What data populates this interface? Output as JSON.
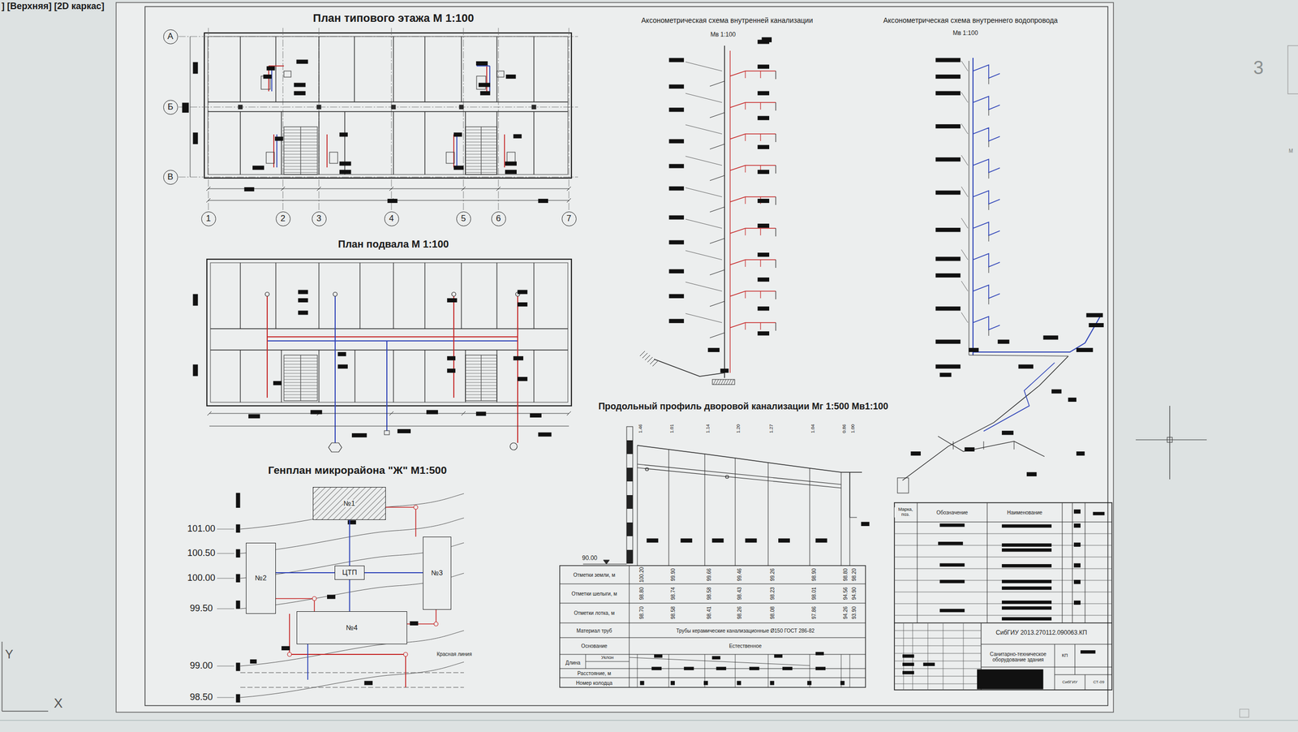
{
  "diagram": {
    "nodes": [
      {
        "text": [
          "А"
        ]
      },
      {
        "text": [
          "Б"
        ]
      },
      {
        "text": [
          "В"
        ]
      },
      {
        "text": [
          "1"
        ]
      },
      {
        "text": [
          "2"
        ]
      },
      {
        "text": [
          "3"
        ]
      },
      {
        "text": [
          "4"
        ]
      },
      {
        "text": [
          "5"
        ]
      },
      {
        "text": [
          "6"
        ]
      },
      {
        "text": [
          "7"
        ]
      },
      {
        "text": [
          "№1"
        ]
      },
      {
        "text": [
          "№2"
        ]
      },
      {
        "text": [
          "ЦТП"
        ]
      },
      {
        "text": [
          "№3"
        ]
      },
      {
        "text": [
          "№4"
        ]
      }
    ],
    "edges": [
      {
        "from": 12,
        "to": 10,
        "arrow": "none"
      },
      {
        "from": 12,
        "to": 11,
        "arrow": "none"
      },
      {
        "from": 12,
        "to": 13,
        "arrow": "none"
      },
      {
        "from": 12,
        "to": 14,
        "arrow": "none"
      }
    ],
    "labels": [
      "] [Верхняя] [2D каркас]",
      "План типового этажа М 1:100",
      "План подвала М 1:100",
      "Генплан микрорайона \"Ж\" М1:500",
      "101.00",
      "100.50",
      "100.00",
      "99.50",
      "99.00",
      "98.50",
      "Красная линия",
      "Аксонометрическая схема внутренней канализации",
      "Мв 1:100",
      "Аксонометрическая схема внутреннего водопровода",
      "Мв 1:100",
      "Продольный профиль дворовой канализации Мг 1:500 Мв1:100",
      "90.00",
      "Отметки земли, м",
      "Отметки шелыги, м",
      "Отметки лотка, м",
      "Материал труб",
      "Трубы керамические канализационные Ø150 ГОСТ 286-82",
      "Основание",
      "Естественное",
      "Уклон",
      "Длина",
      "Расстояние, м",
      "Номер колодца",
      "100.20",
      "99.90",
      "99.66",
      "99.46",
      "99.26",
      "98.90",
      "98.80",
      "98.20",
      "98.80",
      "98.74",
      "98.58",
      "98.43",
      "98.23",
      "98.01",
      "94.56",
      "94.90",
      "98.70",
      "98.58",
      "98.41",
      "98.26",
      "98.08",
      "97.86",
      "94.26",
      "93.90",
      "1.46",
      "1.01",
      "1.14",
      "1.20",
      "1.27",
      "1.04",
      "0.86",
      "1.00",
      "Марка, поз.",
      "Обозначение",
      "Наименование",
      "СибГИУ 2013.270112.090063.КП",
      "Санитарно-техническое оборудование здания",
      "КП",
      "СибГИУ",
      "СТ-09",
      "3",
      "М",
      "Y",
      "X"
    ]
  }
}
